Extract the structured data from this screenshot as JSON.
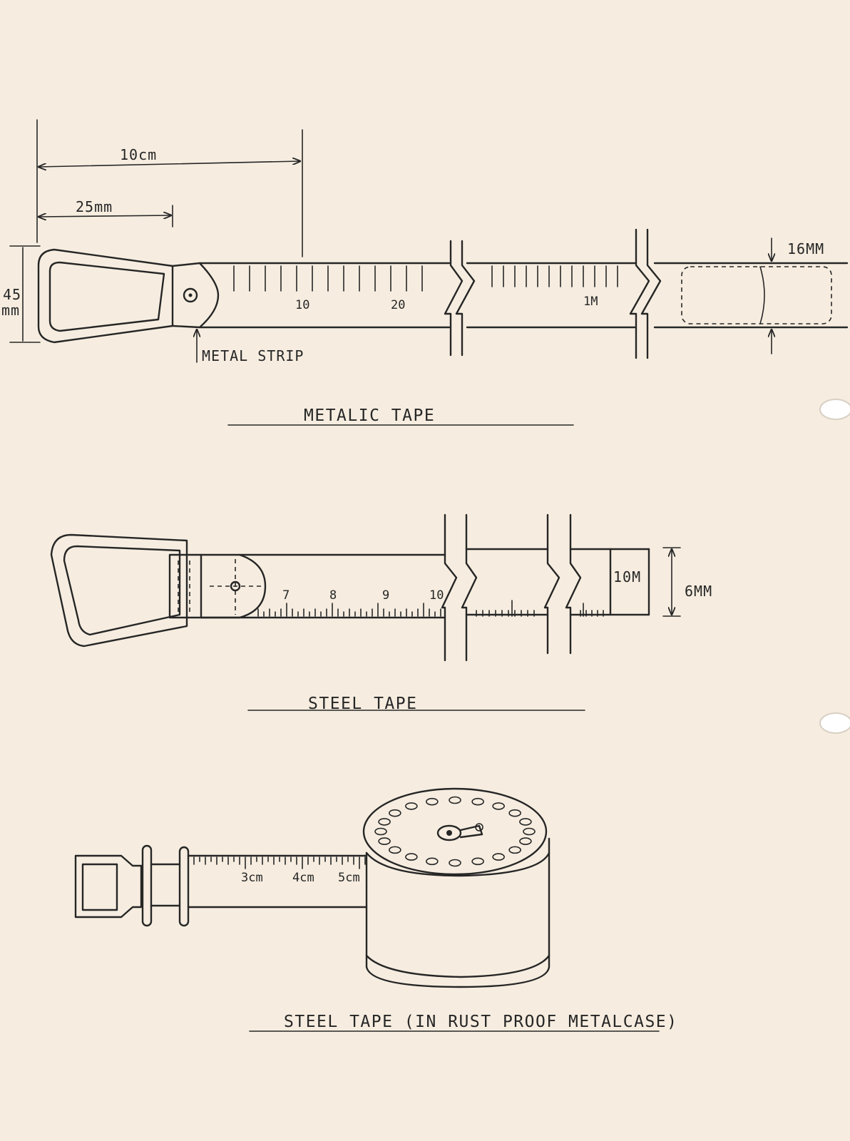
{
  "paper": {
    "color": "#f6ede0",
    "ink": "#262626"
  },
  "metallic_tape": {
    "caption": "METALIC TAPE",
    "dim_top": "10cm",
    "dim_mid": "25mm",
    "dim_side_value": "45",
    "dim_side_unit": "mm",
    "dim_right": "16MM",
    "pointer_label": "METAL STRIP",
    "marks": [
      "10",
      "20",
      "1M"
    ]
  },
  "steel_tape": {
    "caption": "STEEL TAPE",
    "marks": [
      "7",
      "8",
      "9",
      "10"
    ],
    "end_label": "10M",
    "dim_right": "6MM"
  },
  "case_tape": {
    "caption": "STEEL TAPE (IN RUST PROOF METALCASE)",
    "marks": [
      "3cm",
      "4cm",
      "5cm"
    ]
  }
}
